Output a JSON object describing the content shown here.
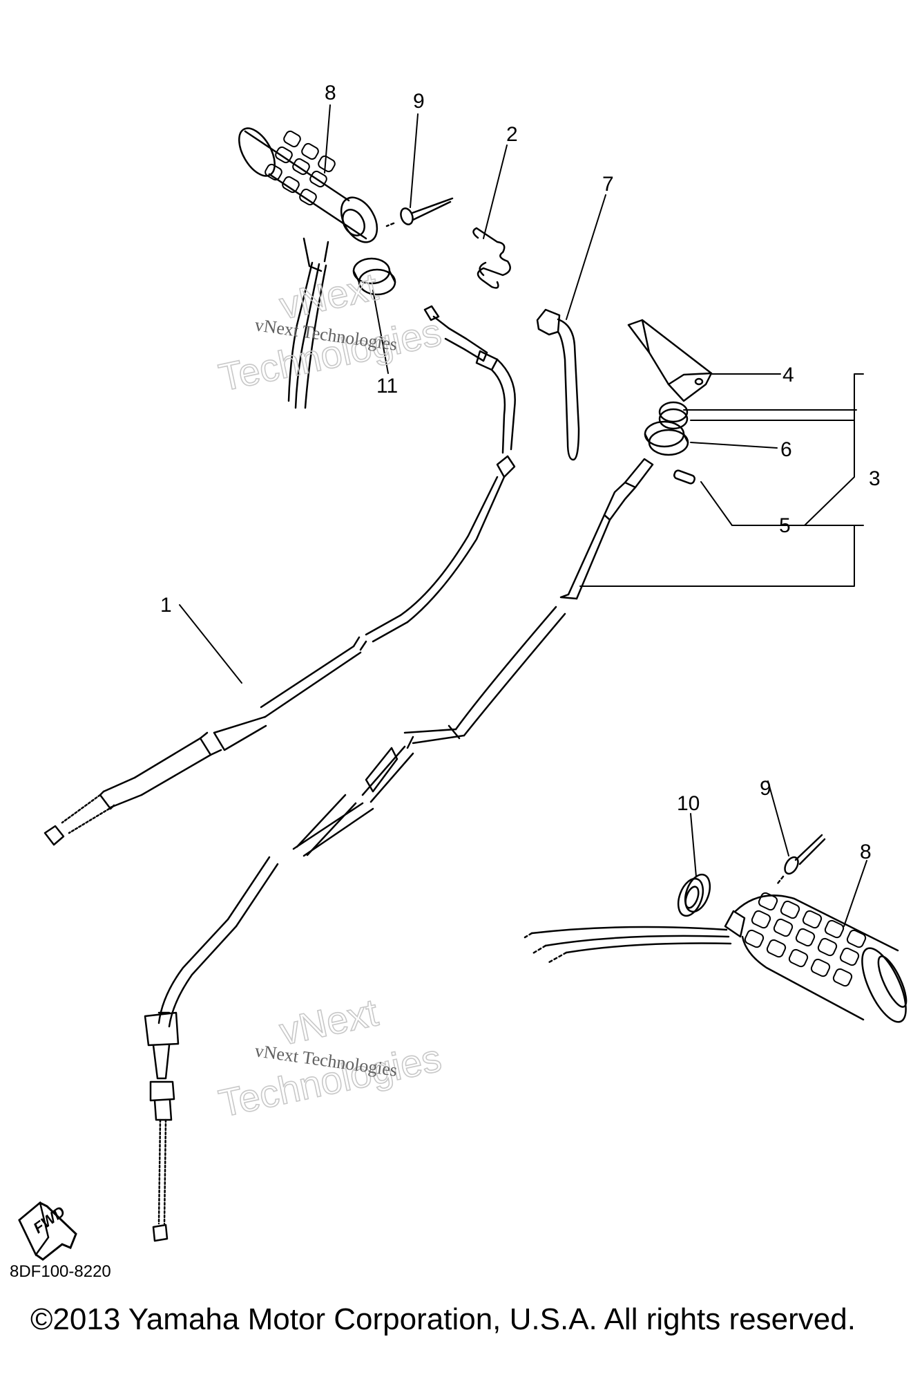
{
  "diagram": {
    "part_code": "8DF100-8220",
    "copyright": "©2013 Yamaha Motor Corporation, U.S.A. All rights reserved.",
    "fwd_label": "FWD",
    "watermark": {
      "line1": "vNext",
      "line2": "Technologies",
      "small": "vNext Technologies"
    },
    "callouts": [
      {
        "id": "c8a",
        "label": "8"
      },
      {
        "id": "c9a",
        "label": "9"
      },
      {
        "id": "c2",
        "label": "2"
      },
      {
        "id": "c7",
        "label": "7"
      },
      {
        "id": "c11",
        "label": "11"
      },
      {
        "id": "c4",
        "label": "4"
      },
      {
        "id": "c6",
        "label": "6"
      },
      {
        "id": "c3",
        "label": "3"
      },
      {
        "id": "c5",
        "label": "5"
      },
      {
        "id": "c1",
        "label": "1"
      },
      {
        "id": "c10",
        "label": "10"
      },
      {
        "id": "c9b",
        "label": "9"
      },
      {
        "id": "c8b",
        "label": "8"
      }
    ]
  }
}
